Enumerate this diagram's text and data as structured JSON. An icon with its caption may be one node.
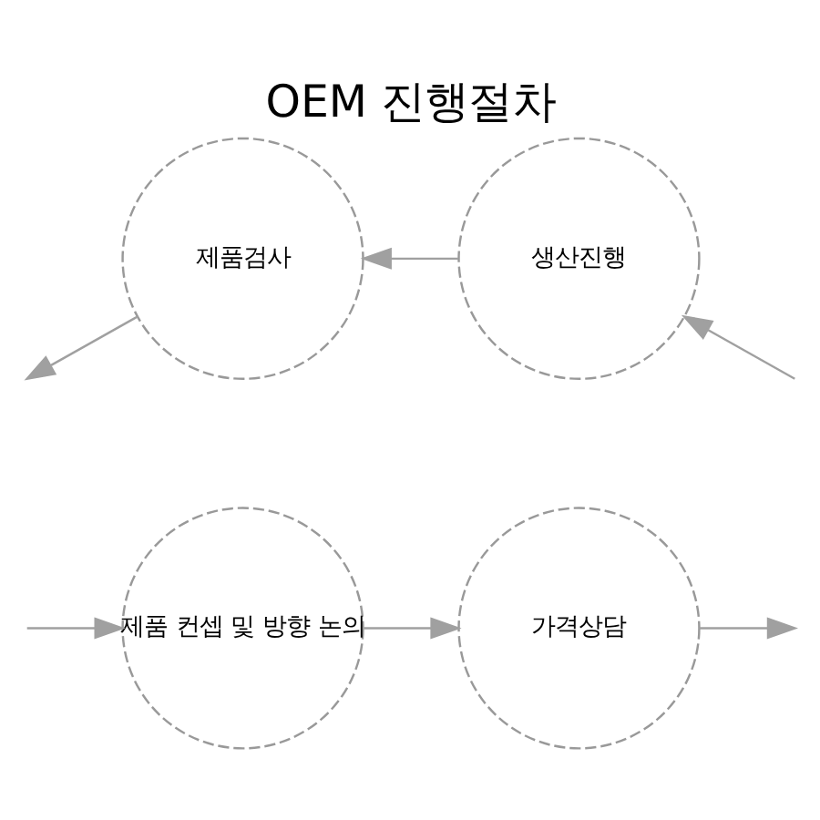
{
  "diagram": {
    "title": "OEM 진행절차",
    "nodes": [
      {
        "text": [
          "제품 컨셉 및 방향 논의"
        ]
      },
      {
        "text": [
          "가격상담"
        ]
      },
      {
        "text": [
          "제품검사"
        ]
      },
      {
        "text": [
          "생산진행"
        ]
      }
    ],
    "edges": [
      {
        "from": null,
        "to": 0,
        "arrow": "to"
      },
      {
        "from": 0,
        "to": 1,
        "arrow": "to"
      },
      {
        "from": 1,
        "to": null,
        "arrow": "to"
      },
      {
        "from": null,
        "to": 3,
        "arrow": "to"
      },
      {
        "from": 3,
        "to": 2,
        "arrow": "to"
      },
      {
        "from": 2,
        "to": null,
        "arrow": "to"
      }
    ]
  }
}
